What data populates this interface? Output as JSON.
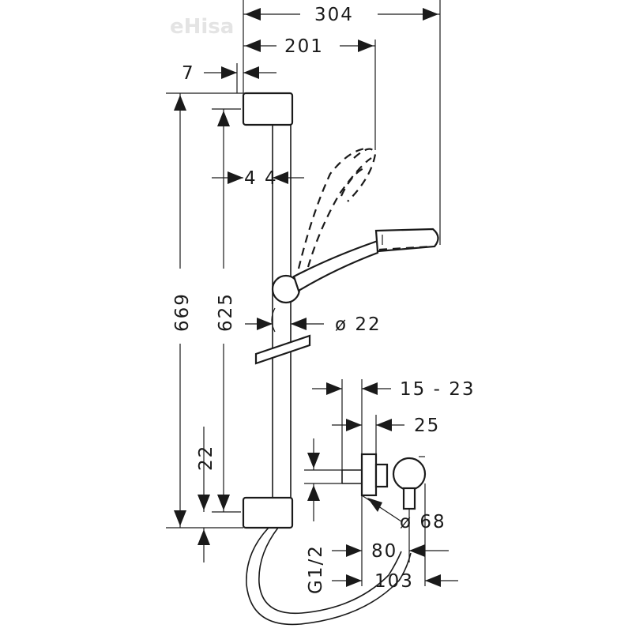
{
  "watermark": "eHisa",
  "dimensions": {
    "overall_width": "304",
    "handshower_width": "201",
    "bar_offset": "7",
    "bar_clearance": "4 4",
    "total_height": "669",
    "bar_height": "625",
    "bar_diameter": "ø 22",
    "connection_range": "15 - 23",
    "connection_depth": "25",
    "bottom_offset": "22",
    "thread_size": "G1/2",
    "outlet_diameter": "ø 68",
    "outlet_projection": "80",
    "outlet_total": "103"
  }
}
